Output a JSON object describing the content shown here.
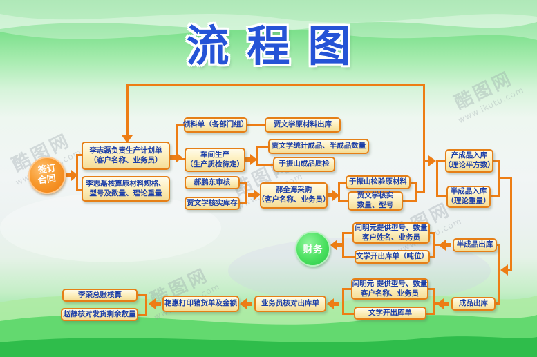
{
  "title": "流程图",
  "watermark": {
    "brand": "酷图网",
    "site": "www.ikutu.com"
  },
  "colors": {
    "accent": "#ed7d14",
    "box_border": "#e57f17",
    "box_fill": "#fdf0c0",
    "box_text": "#1c3ea8",
    "title_blue": "#2553d6",
    "sign_circle_orange": "#f5871c",
    "finance_circle_green": "#3ed457"
  },
  "nodes": {
    "sign": {
      "line1": "签订",
      "line2": "合同"
    },
    "plan": {
      "line1": "李志磊负责生产计划单",
      "line2": "（客户名称、业务员）"
    },
    "calc": {
      "line1": "李志磊核算原材料规格、",
      "line2": "型号及数量、理论重量"
    },
    "pick": {
      "label": "领料单（各部门组）"
    },
    "material_out": {
      "label": "贾文学原材料出库"
    },
    "workshop": {
      "line1": "车间生产",
      "line2": "（生产质检待定）"
    },
    "stat": {
      "label": "贾文学统计成品、半成品数量"
    },
    "qc": {
      "label": "于振山成品质检"
    },
    "review": {
      "label": "郝鹏东审核"
    },
    "stock": {
      "label": "贾文学核实库存"
    },
    "purchase": {
      "line1": "郝金海采购",
      "line2": "（客户名称、业务员）"
    },
    "inspect": {
      "label": "于振山检验原材料"
    },
    "verify_qty": {
      "line1": "贾文学核实",
      "line2": "数量、型号"
    },
    "fin_in": {
      "line1": "产成品入库",
      "line2": "（理论平方数）"
    },
    "semi_in": {
      "line1": "半成品入库",
      "line2": "（理论重量）"
    },
    "semi_out": {
      "label": "半成品出库"
    },
    "fin_out": {
      "label": "成品出库"
    },
    "finance": {
      "label": "财务"
    },
    "provide1": {
      "line1": "闫明元提供型号、数量",
      "line2": "客户姓名、业务员"
    },
    "issue1": {
      "label": "文学开出库单（吨位）"
    },
    "provide2": {
      "line1": "闫明元 提供型号、数量",
      "line2": "客户名称、业务员"
    },
    "issue2": {
      "label": "文学开出库单"
    },
    "check": {
      "label": "业务员核对出库单"
    },
    "print": {
      "label": "艳惠打印销货单及金额"
    },
    "ledger": {
      "label": "李荣总账核算"
    },
    "remain": {
      "label": "赵静核对发货剩余数量"
    }
  }
}
